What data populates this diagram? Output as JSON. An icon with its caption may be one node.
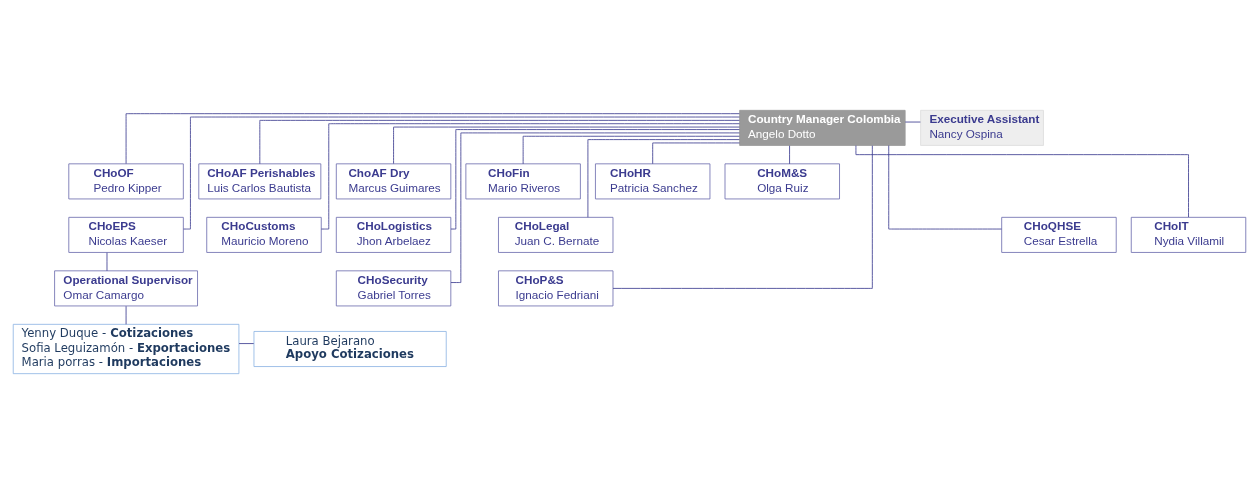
{
  "diagram": {
    "nodes": [
      {
        "text": [
          "Country Manager Colombia",
          "Angelo Dotto"
        ]
      },
      {
        "text": [
          "Executive Assistant",
          "Nancy Ospina"
        ]
      },
      {
        "text": [
          "CHoOF",
          "Pedro Kipper"
        ]
      },
      {
        "text": [
          "CHoAF Perishables",
          "Luis Carlos Bautista"
        ]
      },
      {
        "text": [
          "ChoAF Dry",
          "Marcus Guimares"
        ]
      },
      {
        "text": [
          "CHoFin",
          "Mario Riveros"
        ]
      },
      {
        "text": [
          "CHoHR",
          "Patricia Sanchez"
        ]
      },
      {
        "text": [
          "CHoM&S",
          "Olga Ruiz"
        ]
      },
      {
        "text": [
          "CHoEPS",
          "Nicolas Kaeser"
        ]
      },
      {
        "text": [
          "CHoCustoms",
          "Mauricio Moreno"
        ]
      },
      {
        "text": [
          "CHoLogistics",
          "Jhon Arbelaez"
        ]
      },
      {
        "text": [
          "CHoLegal",
          "Juan C. Bernate"
        ]
      },
      {
        "text": [
          "CHoQHSE",
          "Cesar Estrella"
        ]
      },
      {
        "text": [
          "CHoIT",
          "Nydia Villamil"
        ]
      },
      {
        "text": [
          "Operational Supervisor",
          "Omar Camargo"
        ]
      },
      {
        "text": [
          "CHoSecurity",
          "Gabriel Torres"
        ]
      },
      {
        "text": [
          "CHoP&S",
          "Ignacio Fedriani"
        ]
      },
      {
        "text": [
          "Yenny Duque - **Cotizaciones**",
          "Sofia Leguizamón - **Exportaciones**",
          "Maria porras - **Importaciones**"
        ]
      },
      {
        "text": [
          "Laura Bejarano",
          "Apoyo Cotizaciones"
        ]
      }
    ],
    "edges": [
      {
        "from": 0,
        "to": 1,
        "arrow": "none"
      },
      {
        "from": 0,
        "to": 2,
        "arrow": "none"
      },
      {
        "from": 0,
        "to": 8,
        "arrow": "none"
      },
      {
        "from": 0,
        "to": 3,
        "arrow": "none"
      },
      {
        "from": 0,
        "to": 9,
        "arrow": "none"
      },
      {
        "from": 0,
        "to": 4,
        "arrow": "none"
      },
      {
        "from": 0,
        "to": 10,
        "arrow": "none"
      },
      {
        "from": 0,
        "to": 15,
        "arrow": "none"
      },
      {
        "from": 0,
        "to": 5,
        "arrow": "none"
      },
      {
        "from": 0,
        "to": 11,
        "arrow": "none"
      },
      {
        "from": 0,
        "to": 16,
        "arrow": "none"
      },
      {
        "from": 0,
        "to": 6,
        "arrow": "none"
      },
      {
        "from": 0,
        "to": 12,
        "arrow": "none"
      },
      {
        "from": 0,
        "to": 7,
        "arrow": "none"
      },
      {
        "from": 0,
        "to": 13,
        "arrow": "none"
      },
      {
        "from": 8,
        "to": 14,
        "arrow": "none"
      },
      {
        "from": 14,
        "to": 17,
        "arrow": "none"
      },
      {
        "from": 17,
        "to": 18,
        "arrow": "none"
      }
    ]
  }
}
